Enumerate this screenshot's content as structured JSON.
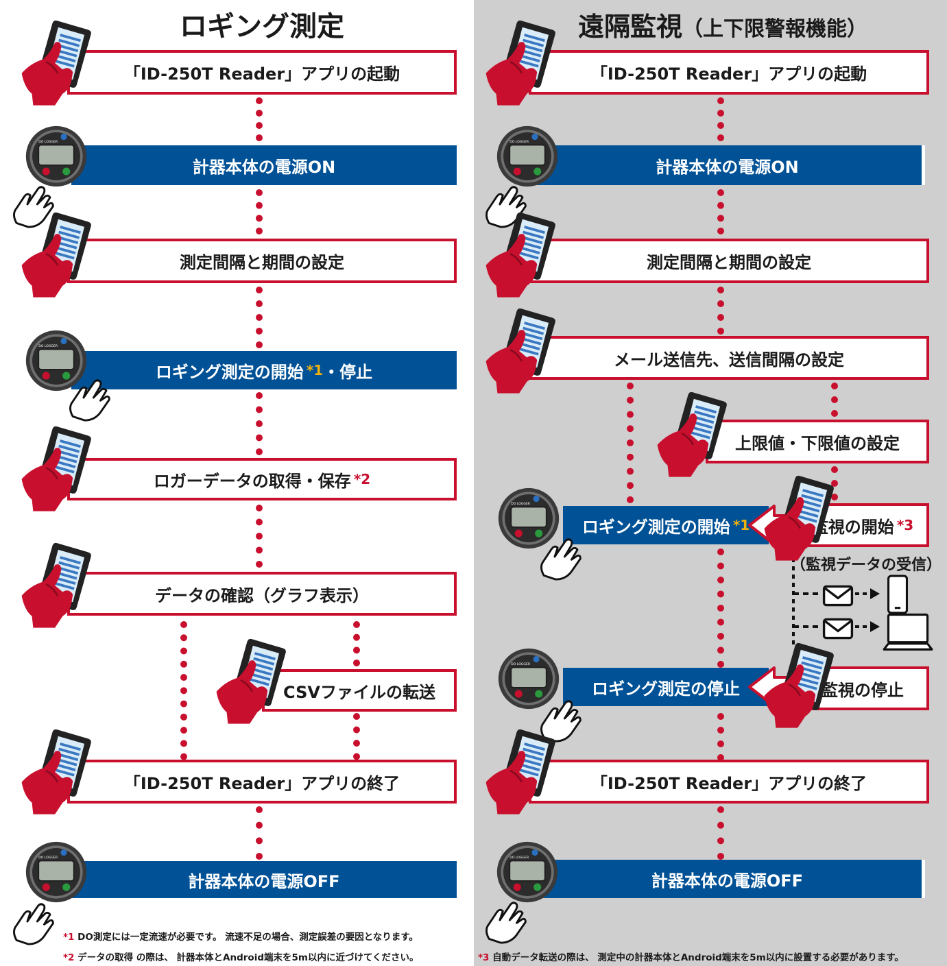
{
  "colors": {
    "red": "#c8102e",
    "blue": "#005196",
    "yellow": "#f2b20f",
    "gray": "#cfcfcf"
  },
  "left": {
    "title": "ロギング測定",
    "steps": [
      {
        "label": "「ID-250T Reader」アプリの起動",
        "type": "app",
        "icon": "hand-phone-icon"
      },
      {
        "label": "計器本体の電源ON",
        "type": "device",
        "icon": "logger-device-icon"
      },
      {
        "label": "測定間隔と期間の設定",
        "type": "app",
        "icon": "hand-phone-icon"
      },
      {
        "label": "ロギング測定の開始",
        "note": "*1",
        "suffix": "・停止",
        "type": "device",
        "icon": "logger-device-icon"
      },
      {
        "label": "ロガーデータの取得・保存",
        "note": "*2",
        "type": "app",
        "icon": "hand-phone-icon"
      },
      {
        "label": "データの確認（グラフ表示）",
        "type": "app",
        "icon": "hand-phone-icon"
      },
      {
        "label": "CSVファイルの転送",
        "type": "app",
        "icon": "hand-phone-icon"
      },
      {
        "label": "「ID-250T Reader」アプリの終了",
        "type": "app",
        "icon": "hand-phone-icon"
      },
      {
        "label": "計器本体の電源OFF",
        "type": "device",
        "icon": "logger-device-icon"
      }
    ],
    "footnotes": [
      {
        "mark": "*1",
        "text": "DO測定には一定流速が必要です。 流速不足の場合、測定誤差の要因となります。"
      },
      {
        "mark": "*2",
        "text": "データの取得 の際は、 計器本体とAndroid端末を5m以内に近づけてください。"
      }
    ]
  },
  "right": {
    "title": "遠隔監視",
    "subtitle": "（上下限警報機能）",
    "steps": [
      {
        "label": "「ID-250T Reader」アプリの起動",
        "type": "app"
      },
      {
        "label": "計器本体の電源ON",
        "type": "device"
      },
      {
        "label": "測定間隔と期間の設定",
        "type": "app"
      },
      {
        "label": "メール送信先、送信間隔の設定",
        "type": "app"
      },
      {
        "label": "上限値・下限値の設定",
        "type": "app"
      },
      {
        "label": "ロギング測定の開始",
        "note": "*1",
        "type": "device"
      },
      {
        "label": "監視の開始",
        "note": "*3",
        "type": "app"
      },
      {
        "label": "（監視データの受信）",
        "type": "text"
      },
      {
        "label": "ロギング測定の停止",
        "type": "device"
      },
      {
        "label": "監視の停止",
        "type": "app"
      },
      {
        "label": "「ID-250T Reader」アプリの終了",
        "type": "app"
      },
      {
        "label": "計器本体の電源OFF",
        "type": "device"
      }
    ],
    "receivers": [
      "mail-icon",
      "smartphone-icon",
      "laptop-icon"
    ],
    "footnotes": [
      {
        "mark": "*3",
        "text": "自動データ転送の際は、 測定中の計器本体とAndroid端末を5m以内に設置する必要があります。"
      }
    ]
  }
}
